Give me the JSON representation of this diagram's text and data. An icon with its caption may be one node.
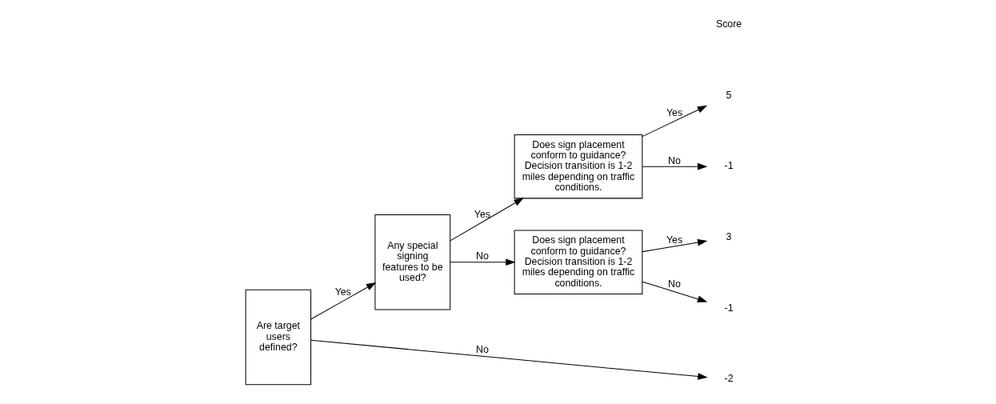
{
  "diagram": {
    "nodes": [
      {
        "text": [
          "Are target users defined?"
        ]
      },
      {
        "text": [
          "Any special signing features to be used?"
        ]
      },
      {
        "text": [
          "Does sign placement conform to guidance? Decision transition is 1-2 miles depending on traffic conditions."
        ]
      },
      {
        "text": [
          "Does sign placement conform to guidance? Decision transition is 1-2 miles depending on traffic conditions."
        ]
      },
      {
        "text": [
          "5"
        ]
      },
      {
        "text": [
          "-1"
        ]
      },
      {
        "text": [
          "3"
        ]
      },
      {
        "text": [
          "-1"
        ]
      },
      {
        "text": [
          "-2"
        ]
      }
    ],
    "edges": [
      {
        "from": 0,
        "to": 1,
        "arrow": "to",
        "label": "Yes"
      },
      {
        "from": 1,
        "to": 2,
        "arrow": "to",
        "label": "Yes"
      },
      {
        "from": 1,
        "to": 3,
        "arrow": "to",
        "label": "No"
      },
      {
        "from": 2,
        "to": 4,
        "arrow": "to",
        "label": "Yes"
      },
      {
        "from": 2,
        "to": 5,
        "arrow": "to",
        "label": "No"
      },
      {
        "from": 3,
        "to": 6,
        "arrow": "to",
        "label": "Yes"
      },
      {
        "from": 3,
        "to": 7,
        "arrow": "to",
        "label": "No"
      },
      {
        "from": 0,
        "to": 8,
        "arrow": "to",
        "label": "No"
      }
    ],
    "labels": [
      "Score"
    ]
  }
}
